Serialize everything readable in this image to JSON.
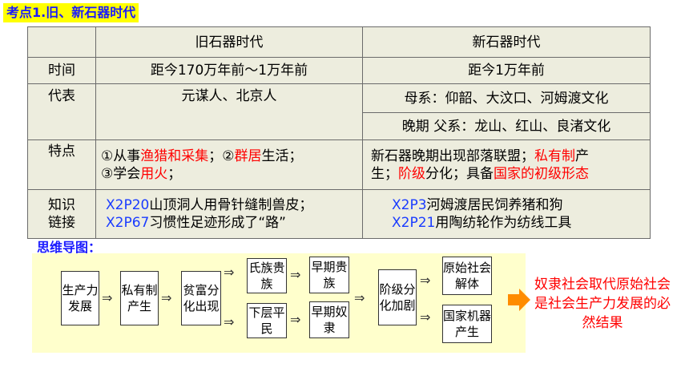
{
  "title": "考点1.旧、新石器时代",
  "table": {
    "header": {
      "old": "旧石器时代",
      "new": "新石器时代"
    },
    "time": {
      "label": "时间",
      "old": "距今170万年前～1万年前",
      "new": "距今1万年前"
    },
    "rep": {
      "label": "代表",
      "old": "元谋人、北京人",
      "new_1": "母系：仰韶、大汶口、河姆渡文化",
      "new_2": "晚期 父系：龙山、红山、良渚文化"
    },
    "feat": {
      "label": "特点",
      "old_l1_a": "①从事",
      "old_l1_b": "渔猎和采集",
      "old_l1_c": "；②",
      "old_l1_d": "群居",
      "old_l1_e": "生活；",
      "old_l2_a": "③学会",
      "old_l2_b": "用火",
      "old_l2_c": "；",
      "new_l1_a": "新石器晚期出现部落联盟；",
      "new_l1_b": "私有制",
      "new_l1_c": "产",
      "new_l2_a": "生；",
      "new_l2_b": "阶级",
      "new_l2_c": "分化；具备",
      "new_l2_d": "国家的初级形态"
    },
    "link": {
      "label_1": "知识",
      "label_2": "链接",
      "old_1_code": "X2P20",
      "old_1_text": "山顶洞人用骨针缝制兽皮；",
      "old_2_code": "X2P67",
      "old_2_text": "习惯性足迹形成了“路”",
      "new_1_code": "X2P3",
      "new_1_text": "河姆渡居民饲养猪和狗",
      "new_2_code": "X2P21",
      "new_2_text": "用陶纺轮作为纺线工具"
    }
  },
  "mindmap": {
    "title": "思维导图：",
    "nodes": {
      "productivity": "生产力发展",
      "private": "私有制产生",
      "wealth": "贫富分化出现",
      "clan_noble": "氏族贵族",
      "early_noble": "早期贵族",
      "commoner": "下层平民",
      "early_slave": "早期奴隶",
      "class_div": "阶级分化加剧",
      "primitive": "原始社会解体",
      "state": "国家机器产生"
    },
    "arrow_glyph": "⇒",
    "conclusion": "奴隶社会取代原始社会是社会生产力发展的必然结果"
  }
}
